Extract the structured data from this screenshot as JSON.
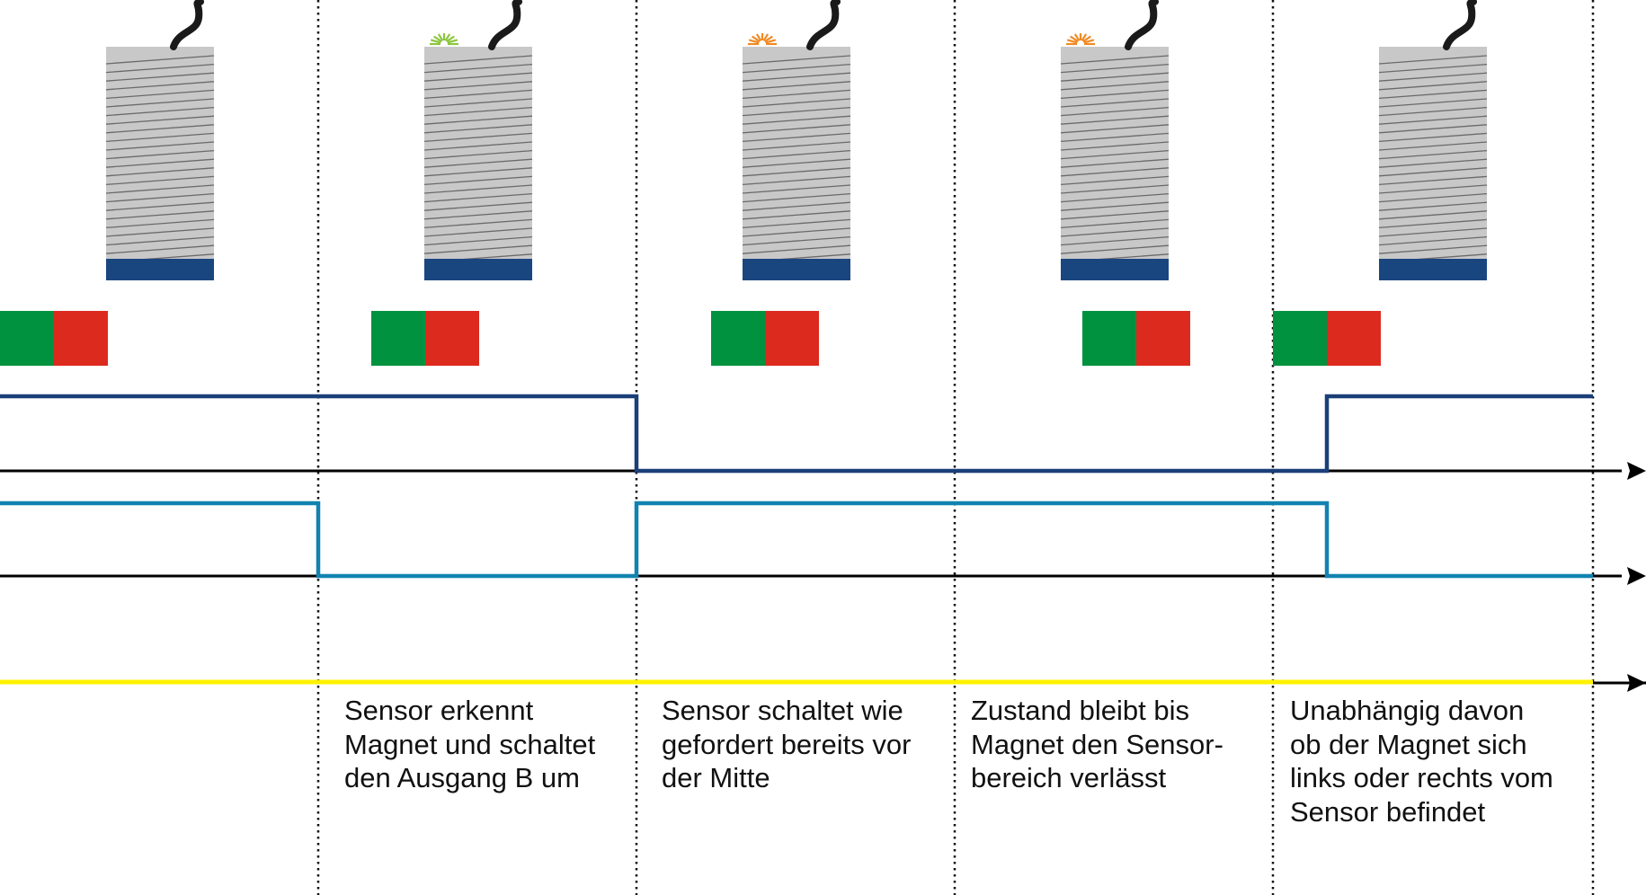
{
  "diagram": {
    "phases": [
      {
        "id": "phase-1",
        "led": "none",
        "description": ""
      },
      {
        "id": "phase-2",
        "led": "green",
        "description": "Sensor erkennt\nMagnet und schaltet\nden Ausgang  B um"
      },
      {
        "id": "phase-3",
        "led": "orange",
        "description": "Sensor schaltet wie\ngefordert bereits vor\nder Mitte"
      },
      {
        "id": "phase-4",
        "led": "orange",
        "description": "Zustand bleibt bis\nMagnet den Sensor-\nbereich verlässt"
      },
      {
        "id": "phase-5",
        "led": "none",
        "description": "Unabhängig davon\nob der Magnet sich\nlinks oder rechts vom\nSensor befindet"
      }
    ],
    "signals": [
      {
        "id": "output-a",
        "color": "#1b3f78",
        "states": [
          "high",
          "high",
          "low",
          "low",
          "high"
        ]
      },
      {
        "id": "output-b",
        "color": "#1283b0",
        "states": [
          "high",
          "low",
          "high",
          "high",
          "low"
        ]
      },
      {
        "id": "supply",
        "color": "#fff200",
        "states": [
          "on",
          "on",
          "on",
          "on",
          "on"
        ]
      }
    ],
    "colors": {
      "sensor_body": "#c8c8c8",
      "sensor_thread": "#6a6a6a",
      "sensor_face": "#1a4680",
      "cable": "#1a1a1a",
      "magnet_north": "#00923f",
      "magnet_south": "#dc2a1f",
      "led_green": "#8cc63f",
      "led_orange": "#f08a24",
      "axis": "#000000"
    },
    "icons": {
      "sensor": "inductive-sensor-icon",
      "magnet": "bar-magnet-icon",
      "led": "led-glow-icon",
      "arrow": "axis-arrow-icon"
    }
  }
}
